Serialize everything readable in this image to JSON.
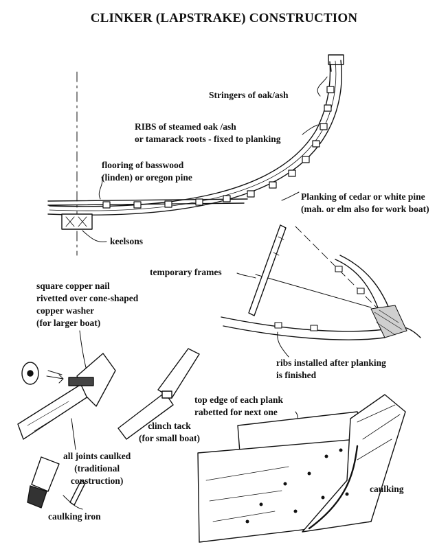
{
  "title": "CLINKER (LAPSTRAKE) CONSTRUCTION",
  "labels": {
    "stringers": "Stringers of oak/ash",
    "ribs_1": "RIBS of steamed oak /ash",
    "ribs_2": "or tamarack roots - fixed to planking",
    "flooring_1": "flooring of basswood",
    "flooring_2": "(linden) or oregon pine",
    "planking_1": "Planking of cedar or white pine",
    "planking_2": "(mah. or elm also for work boat)",
    "keelsons": "keelsons",
    "temporary_frames": "temporary frames",
    "nail_1": "square copper nail",
    "nail_2": "rivetted over cone-shaped",
    "nail_3": "copper washer",
    "nail_4": "(for larger boat)",
    "ribs_after_1": "ribs installed after planking",
    "ribs_after_2": "is finished",
    "top_edge_1": "top edge of each plank",
    "top_edge_2": "rabetted for next one",
    "clinch_1": "clinch tack",
    "clinch_2": "(for small boat)",
    "joints_1": "all joints caulked",
    "joints_2": "(traditional",
    "joints_3": "construction)",
    "caulking": "caulking",
    "caulking_iron": "caulking iron"
  },
  "colors": {
    "ink": "#111111",
    "background": "#ffffff",
    "shade": "#cfcfcf"
  }
}
